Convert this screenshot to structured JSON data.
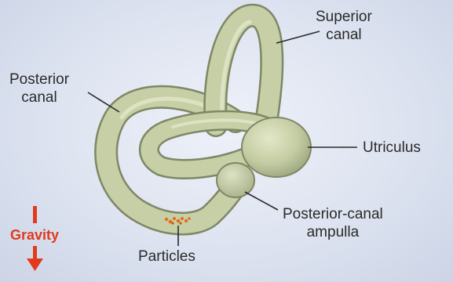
{
  "labels": {
    "superior_canal": [
      "Superior",
      "canal"
    ],
    "posterior_canal": [
      "Posterior",
      "canal"
    ],
    "utriculus": "Utriculus",
    "posterior_canal_ampulla": [
      "Posterior-canal",
      "ampulla"
    ],
    "particles": "Particles",
    "gravity": "Gravity"
  },
  "colors": {
    "canal_fill": "#c7cfa6",
    "canal_shadow": "#7e8766",
    "particles": "#e0701c",
    "gravity": "#e23a1c",
    "text": "#2a2a2a"
  }
}
